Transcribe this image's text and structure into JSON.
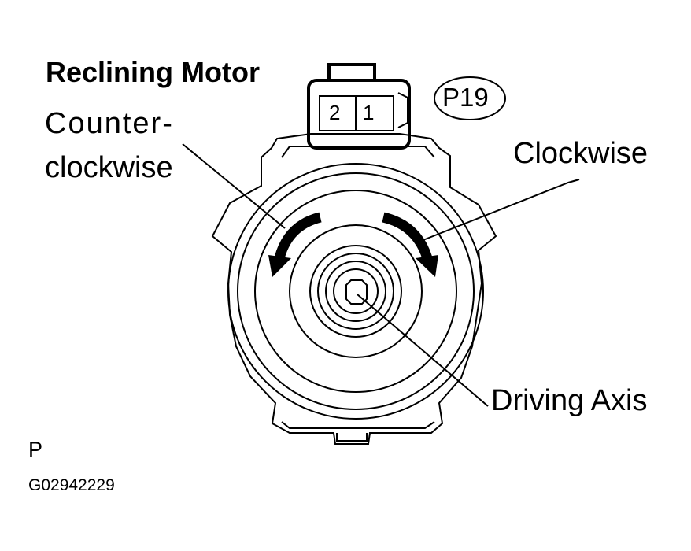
{
  "title": "Reclining Motor",
  "labels": {
    "counterclockwise_line1": "Counter-",
    "counterclockwise_line2": "clockwise",
    "clockwise": "Clockwise",
    "driving_axis": "Driving Axis"
  },
  "connector": {
    "code": "P19",
    "pins": [
      "2",
      "1"
    ]
  },
  "footer": {
    "letter": "P",
    "figure_id": "G02942229"
  }
}
